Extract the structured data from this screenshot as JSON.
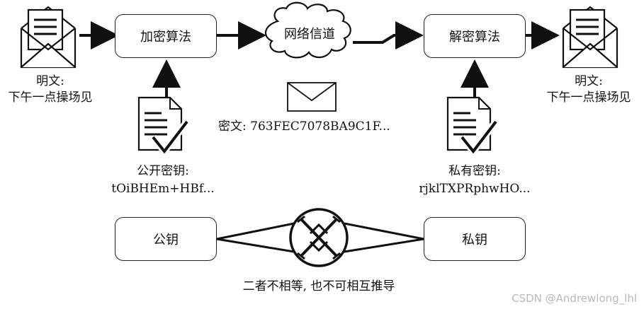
{
  "encrypt_box": "加密算法",
  "channel": "网络信道",
  "decrypt_box": "解密算法",
  "plaintext_left": {
    "label": "明文:",
    "value": "下午一点操场见"
  },
  "plaintext_right": {
    "label": "明文:",
    "value": "下午一点操场见"
  },
  "ciphertext": "密文: 763FEC7078BA9C1F...",
  "public_key": {
    "label": "公开密钥:",
    "value": "tOiBHEm+HBf..."
  },
  "private_key": {
    "label": "私有密钥:",
    "value": "rjklTXPRphwHO..."
  },
  "pubkey_box": "公钥",
  "privkey_box": "私钥",
  "caption": "二者不相等, 也不可相互推导",
  "watermark": "CSDN @Andrewlong_lhl"
}
